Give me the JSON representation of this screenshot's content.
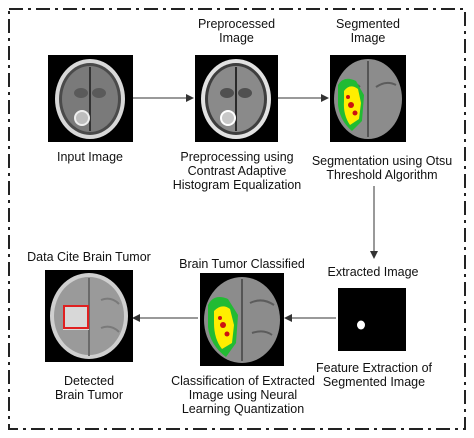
{
  "stages": {
    "input": {
      "caption": "Input Image"
    },
    "preprocessed": {
      "title_line1": "Preprocessed",
      "title_line2": "Image",
      "caption_line1": "Preprocessing using",
      "caption_line2": "Contrast Adaptive",
      "caption_line3": "Histogram Equalization"
    },
    "segmented": {
      "title_line1": "Segmented",
      "title_line2": "Image",
      "caption_line1": "Segmentation using Otsu",
      "caption_line2": "Threshold Algorithm"
    },
    "extracted": {
      "title": "Extracted Image",
      "caption_line1": "Feature Extraction of",
      "caption_line2": "Segmented Image"
    },
    "classified": {
      "title": "Brain Tumor Classified",
      "caption_line1": "Classification of Extracted",
      "caption_line2": "Image using Neural",
      "caption_line3": "Learning Quantization"
    },
    "detected": {
      "title": "Data Cite Brain Tumor",
      "caption_line1": "Detected",
      "caption_line2": "Brain Tumor"
    }
  },
  "colors": {
    "border": "#222222",
    "arrow": "#333333",
    "tumor_yellow": "#ffee00",
    "tumor_red": "#cc1111",
    "edema_green": "#22bb33",
    "box_red": "#e02020"
  }
}
